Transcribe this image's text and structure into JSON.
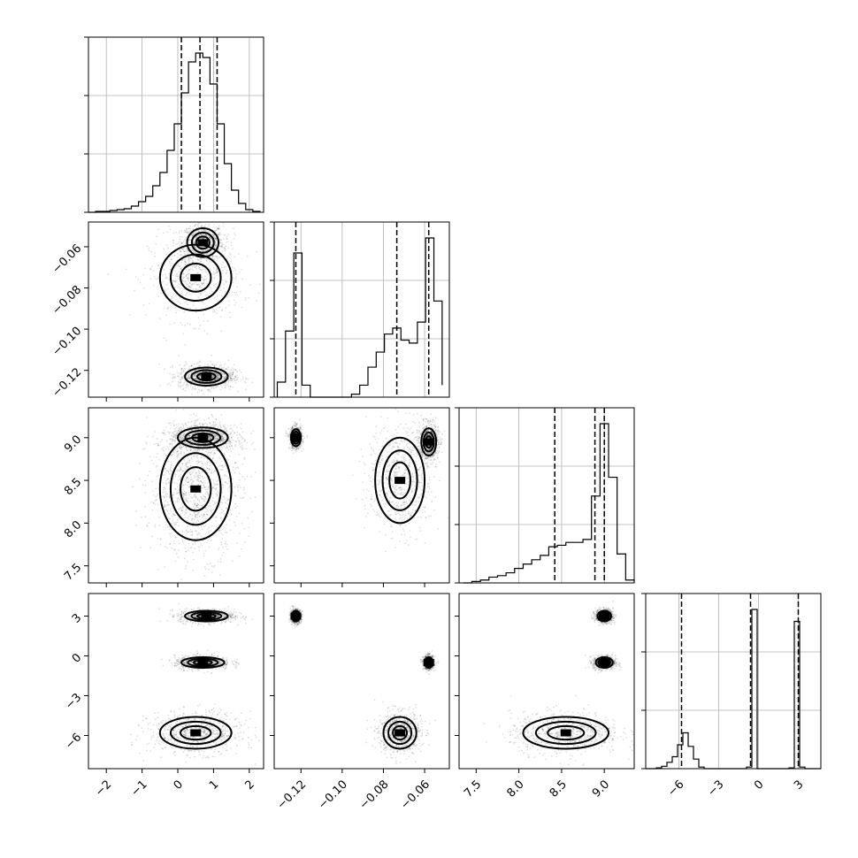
{
  "chart_data": {
    "type": "corner",
    "parameters": [
      {
        "id": "p0",
        "range": [
          -2.5,
          2.4
        ],
        "ticks": [
          -2,
          -1,
          0,
          1,
          2
        ],
        "tick_labels": [
          "−2",
          "−1",
          "0",
          "1",
          "2"
        ],
        "quantiles": [
          0.1,
          0.62,
          1.1
        ]
      },
      {
        "id": "p1",
        "range": [
          -0.133,
          -0.048
        ],
        "ticks": [
          -0.12,
          -0.1,
          -0.08,
          -0.06
        ],
        "tick_labels": [
          "−0.12",
          "−0.10",
          "−0.08",
          "−0.06"
        ],
        "quantiles": [
          -0.1225,
          -0.0735,
          -0.058
        ]
      },
      {
        "id": "p2",
        "range": [
          7.3,
          9.35
        ],
        "ticks": [
          7.5,
          8.0,
          8.5,
          9.0
        ],
        "tick_labels": [
          "7.5",
          "8.0",
          "8.5",
          "9.0"
        ],
        "quantiles": [
          8.42,
          8.89,
          9.0
        ]
      },
      {
        "id": "p3",
        "range": [
          -8.5,
          4.7
        ],
        "ticks": [
          -6,
          -3,
          0,
          3
        ],
        "tick_labels": [
          "−6",
          "−3",
          "0",
          "3"
        ],
        "quantiles": [
          -5.8,
          -0.6,
          3.0
        ]
      }
    ],
    "histograms": [
      {
        "param": 0,
        "edges": [
          -2.5,
          -2.3,
          -2.1,
          -1.9,
          -1.7,
          -1.5,
          -1.3,
          -1.1,
          -0.9,
          -0.7,
          -0.5,
          -0.3,
          -0.1,
          0.1,
          0.3,
          0.5,
          0.7,
          0.9,
          1.1,
          1.3,
          1.5,
          1.7,
          1.9,
          2.1,
          2.3
        ],
        "counts": [
          0,
          1,
          1,
          2,
          3,
          4,
          7,
          12,
          18,
          30,
          45,
          70,
          100,
          135,
          170,
          180,
          175,
          145,
          100,
          55,
          25,
          10,
          3,
          1
        ]
      },
      {
        "param": 1,
        "edges": [
          -0.1315,
          -0.1275,
          -0.1235,
          -0.1195,
          -0.1155,
          -0.1115,
          -0.1075,
          -0.1035,
          -0.0995,
          -0.0955,
          -0.0915,
          -0.0875,
          -0.0835,
          -0.0795,
          -0.0755,
          -0.0715,
          -0.0675,
          -0.0635,
          -0.0595,
          -0.0555,
          -0.0515
        ],
        "counts": [
          5,
          22,
          48,
          4,
          0,
          0,
          0,
          0,
          0,
          1,
          4,
          10,
          15,
          21,
          23,
          19,
          18,
          25,
          53,
          32,
          4
        ]
      },
      {
        "param": 2,
        "edges": [
          7.35,
          7.45,
          7.55,
          7.65,
          7.75,
          7.85,
          7.95,
          8.05,
          8.15,
          8.25,
          8.35,
          8.45,
          8.55,
          8.65,
          8.75,
          8.85,
          8.95,
          9.05,
          9.15,
          9.25,
          9.35
        ],
        "counts": [
          0,
          1,
          2,
          4,
          5,
          7,
          10,
          13,
          16,
          19,
          25,
          26,
          28,
          28,
          30,
          60,
          110,
          73,
          20,
          2
        ]
      },
      {
        "param": 3,
        "edges": [
          -8.5,
          -8.1,
          -7.7,
          -7.3,
          -6.9,
          -6.5,
          -6.1,
          -5.7,
          -5.3,
          -4.9,
          -4.5,
          -4.1,
          -3.7,
          -3.3,
          -2.9,
          -2.5,
          -2.1,
          -1.7,
          -1.3,
          -0.9,
          -0.5,
          -0.1,
          0.3,
          0.7,
          1.1,
          1.5,
          1.9,
          2.3,
          2.7,
          3.1,
          3.5,
          3.9,
          4.3,
          4.7
        ],
        "counts": [
          0,
          0,
          1,
          3,
          8,
          15,
          30,
          45,
          28,
          12,
          2,
          0,
          0,
          0,
          0,
          0,
          0,
          0,
          0,
          2,
          200,
          0,
          0,
          0,
          0,
          0,
          0,
          1,
          185,
          2,
          0,
          0,
          0
        ]
      }
    ],
    "joint_modes": [
      {
        "x": 1,
        "y": 0,
        "centers": [
          [
            0.7,
            -0.058,
            0.22,
            0.0035,
            0.35
          ],
          [
            0.5,
            -0.075,
            0.5,
            0.008,
            0.25
          ],
          [
            0.8,
            -0.123,
            0.3,
            0.0022,
            0.45
          ]
        ]
      },
      {
        "x": 2,
        "y": 0,
        "centers": [
          [
            0.7,
            9.0,
            0.35,
            0.06,
            0.5
          ],
          [
            0.5,
            8.4,
            0.5,
            0.3,
            0.5
          ]
        ]
      },
      {
        "x": 2,
        "y": 1,
        "centers": [
          [
            -0.1225,
            9.0,
            0.0012,
            0.05,
            0.3
          ],
          [
            -0.058,
            8.95,
            0.0018,
            0.08,
            0.4
          ],
          [
            -0.072,
            8.5,
            0.006,
            0.25,
            0.3
          ]
        ]
      },
      {
        "x": 3,
        "y": 0,
        "centers": [
          [
            0.8,
            3.0,
            0.3,
            0.2,
            0.33
          ],
          [
            0.7,
            -0.5,
            0.3,
            0.2,
            0.33
          ],
          [
            0.5,
            -5.8,
            0.5,
            0.6,
            0.34
          ]
        ]
      },
      {
        "x": 3,
        "y": 1,
        "centers": [
          [
            -0.1225,
            3.0,
            0.001,
            0.2,
            0.33
          ],
          [
            -0.058,
            -0.5,
            0.001,
            0.2,
            0.33
          ],
          [
            -0.072,
            -5.8,
            0.004,
            0.6,
            0.34
          ]
        ]
      },
      {
        "x": 3,
        "y": 2,
        "centers": [
          [
            9.0,
            3.0,
            0.04,
            0.2,
            0.33
          ],
          [
            9.0,
            -0.5,
            0.05,
            0.2,
            0.33
          ],
          [
            8.55,
            -5.8,
            0.25,
            0.6,
            0.34
          ]
        ]
      }
    ]
  }
}
